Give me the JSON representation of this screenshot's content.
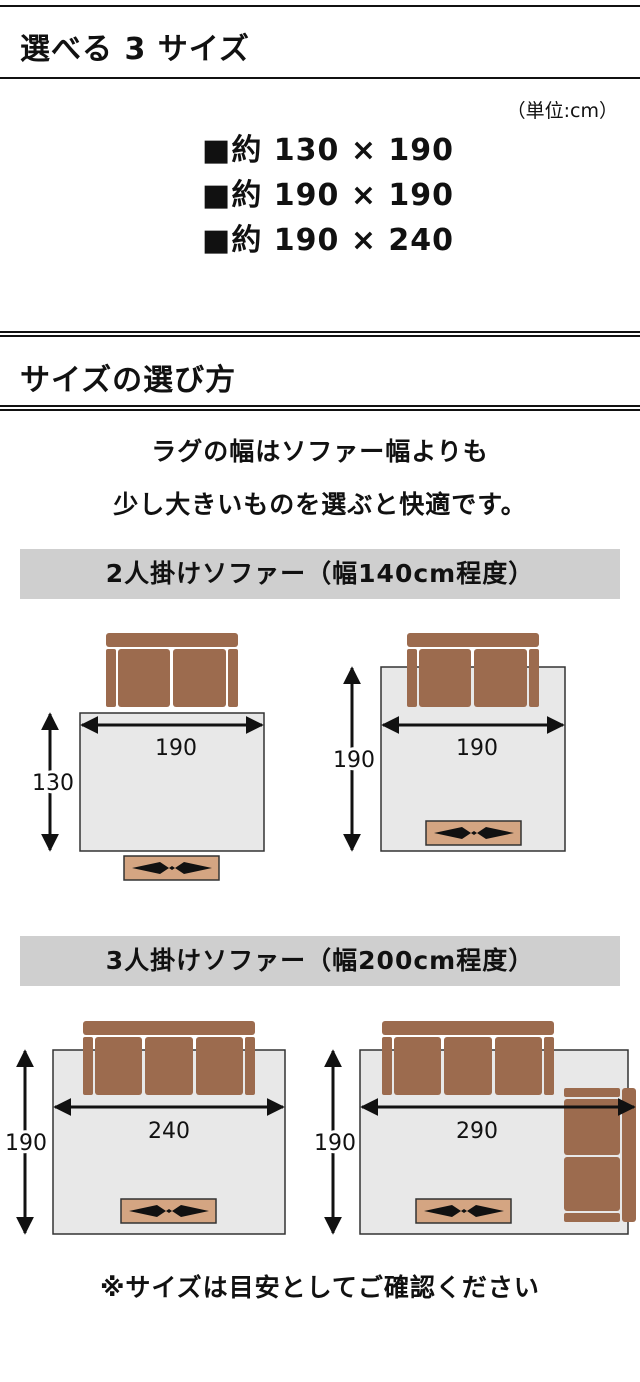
{
  "sections": {
    "sizes_title": "選べる 3 サイズ",
    "unit": "（単位:cm）",
    "size_options": [
      "■約 130 × 190",
      "■約 190 × 190",
      "■約 190 × 240"
    ],
    "guide_title": "サイズの選び方"
  },
  "guide": {
    "lead_line1": "ラグの幅はソファー幅よりも",
    "lead_line2": "少し大きいものを選ぶと快適です。",
    "band_2seat": "2人掛けソファー（幅140cm程度）",
    "band_3seat": "3人掛けソファー（幅200cm程度）"
  },
  "diagrams": {
    "d1": {
      "width": "190",
      "depth": "130"
    },
    "d2": {
      "width": "190",
      "depth": "190"
    },
    "d3": {
      "width": "240",
      "depth": "190"
    },
    "d4": {
      "width": "290",
      "depth": "190"
    }
  },
  "colors": {
    "sofa": "#9c6b4e",
    "sofa_light": "#a8775a",
    "rug": "#e8e8e8",
    "band": "#cfcfcf",
    "table": "#d4a582"
  },
  "footer": {
    "note": "※サイズは目安としてご確認ください"
  }
}
